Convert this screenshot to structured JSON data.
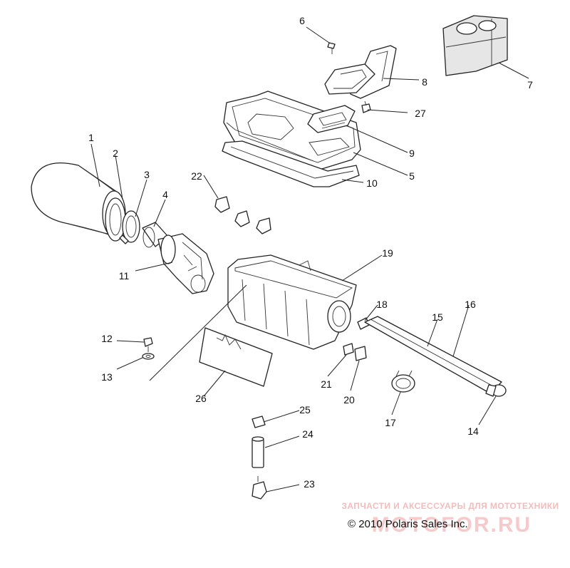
{
  "callouts": [
    {
      "id": "1",
      "label": "1"
    },
    {
      "id": "2",
      "label": "2"
    },
    {
      "id": "3",
      "label": "3"
    },
    {
      "id": "4",
      "label": "4"
    },
    {
      "id": "5",
      "label": "5"
    },
    {
      "id": "6",
      "label": "6"
    },
    {
      "id": "7",
      "label": "7"
    },
    {
      "id": "8",
      "label": "8"
    },
    {
      "id": "9",
      "label": "9"
    },
    {
      "id": "10",
      "label": "10"
    },
    {
      "id": "11",
      "label": "11"
    },
    {
      "id": "12",
      "label": "12"
    },
    {
      "id": "13",
      "label": "13"
    },
    {
      "id": "14",
      "label": "14"
    },
    {
      "id": "15",
      "label": "15"
    },
    {
      "id": "16",
      "label": "16"
    },
    {
      "id": "17",
      "label": "17"
    },
    {
      "id": "18",
      "label": "18"
    },
    {
      "id": "19",
      "label": "19"
    },
    {
      "id": "20",
      "label": "20"
    },
    {
      "id": "21",
      "label": "21"
    },
    {
      "id": "22",
      "label": "22"
    },
    {
      "id": "23",
      "label": "23"
    },
    {
      "id": "24",
      "label": "24"
    },
    {
      "id": "25",
      "label": "25"
    },
    {
      "id": "26",
      "label": "26"
    },
    {
      "id": "27",
      "label": "27"
    }
  ],
  "copyright": "© 2010 Polaris Sales Inc.",
  "watermark": {
    "tagline": "ЗАПЧАСТИ И АКСЕССУАРЫ ДЛЯ МОТОТЕХНИКИ",
    "brand": "MOTOFOR.RU"
  }
}
